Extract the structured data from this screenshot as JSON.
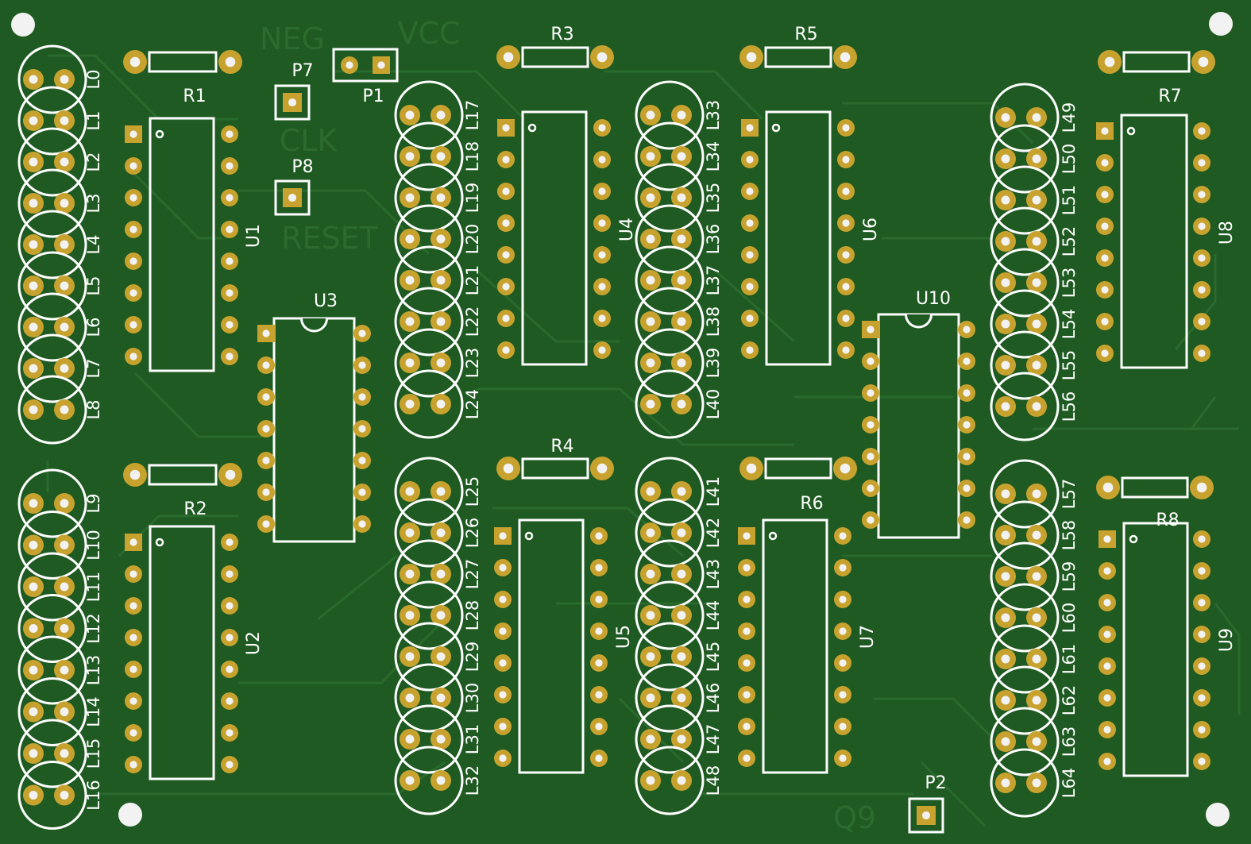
{
  "colors": {
    "board": "#1e5a22",
    "trace": "#2a6b2d",
    "copper_text": "#2c6b2e",
    "pad": "#c8a22e",
    "hole": "#f2f2f2",
    "silk": "#ffffff"
  },
  "faint_labels": [
    "NEG",
    "VCC",
    "CLK",
    "RESET",
    "Q9"
  ],
  "resistors": [
    "R1",
    "R2",
    "R3",
    "R4",
    "R5",
    "R6",
    "R7",
    "R8"
  ],
  "chips": [
    "U1",
    "U2",
    "U3",
    "U4",
    "U5",
    "U6",
    "U7",
    "U8",
    "U9",
    "U10"
  ],
  "headers": [
    "P1",
    "P2",
    "P7",
    "P8"
  ],
  "led_columns": [
    [
      "L0",
      "L1",
      "L2",
      "L3",
      "L4",
      "L5",
      "L6",
      "L7",
      "L8"
    ],
    [
      "L9",
      "L10",
      "L11",
      "L12",
      "L13",
      "L14",
      "L15",
      "L16"
    ],
    [
      "L17",
      "L18",
      "L19",
      "L20",
      "L21",
      "L22",
      "L23",
      "L24"
    ],
    [
      "L25",
      "L26",
      "L27",
      "L28",
      "L29",
      "L30",
      "L31",
      "L32"
    ],
    [
      "L33",
      "L34",
      "L35",
      "L36",
      "L37",
      "L38",
      "L39",
      "L40"
    ],
    [
      "L41",
      "L42",
      "L43",
      "L44",
      "L45",
      "L46",
      "L47",
      "L48"
    ],
    [
      "L49",
      "L50",
      "L51",
      "L52",
      "L53",
      "L54",
      "L55",
      "L56"
    ],
    [
      "L57",
      "L58",
      "L59",
      "L60",
      "L61",
      "L62",
      "L63",
      "L64"
    ]
  ]
}
